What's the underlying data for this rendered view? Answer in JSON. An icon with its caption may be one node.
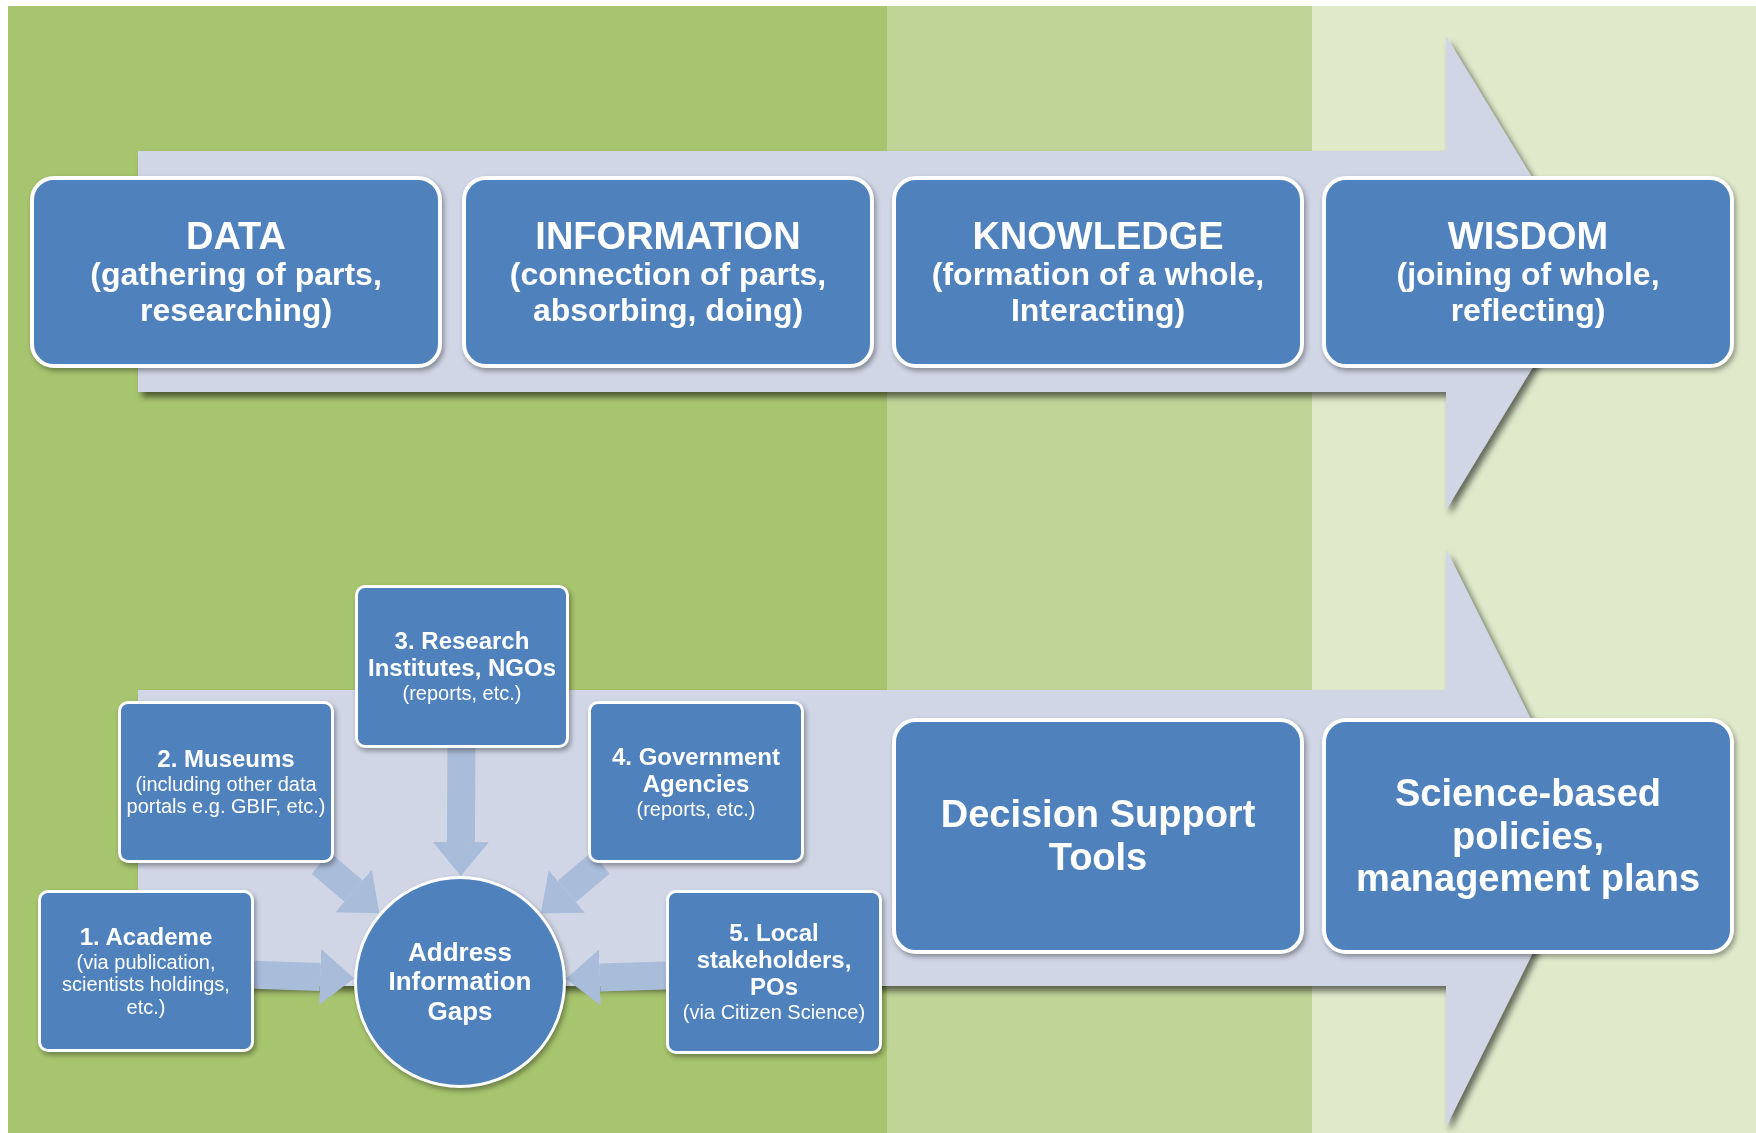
{
  "diagram": {
    "nodes": [
      {
        "text": [
          "DATA",
          "(gathering of parts, researching)"
        ]
      },
      {
        "text": [
          "INFORMATION",
          "(connection of parts, absorbing, doing)"
        ]
      },
      {
        "text": [
          "KNOWLEDGE",
          "(formation of a whole, Interacting)"
        ]
      },
      {
        "text": [
          "WISDOM",
          "(joining of whole, reflecting)"
        ]
      },
      {
        "text": [
          "1. Academe",
          "(via publication, scientists holdings, etc.)"
        ]
      },
      {
        "text": [
          "2. Museums",
          "(including other data portals e.g. GBIF, etc.)"
        ]
      },
      {
        "text": [
          "3. Research Institutes, NGOs",
          "(reports, etc.)"
        ]
      },
      {
        "text": [
          "4. Government Agencies",
          "(reports, etc.)"
        ]
      },
      {
        "text": [
          "5. Local stakeholders, POs",
          "(via Citizen Science)"
        ]
      },
      {
        "text": [
          "Address Information Gaps"
        ]
      },
      {
        "text": [
          "Decision Support Tools"
        ]
      },
      {
        "text": [
          "Science-based policies, management plans"
        ]
      }
    ],
    "edges": [
      {
        "from": 4,
        "to": 9,
        "arrow": "to"
      },
      {
        "from": 5,
        "to": 9,
        "arrow": "to"
      },
      {
        "from": 6,
        "to": 9,
        "arrow": "to"
      },
      {
        "from": 7,
        "to": 9,
        "arrow": "to"
      },
      {
        "from": 8,
        "to": 9,
        "arrow": "to"
      }
    ]
  }
}
